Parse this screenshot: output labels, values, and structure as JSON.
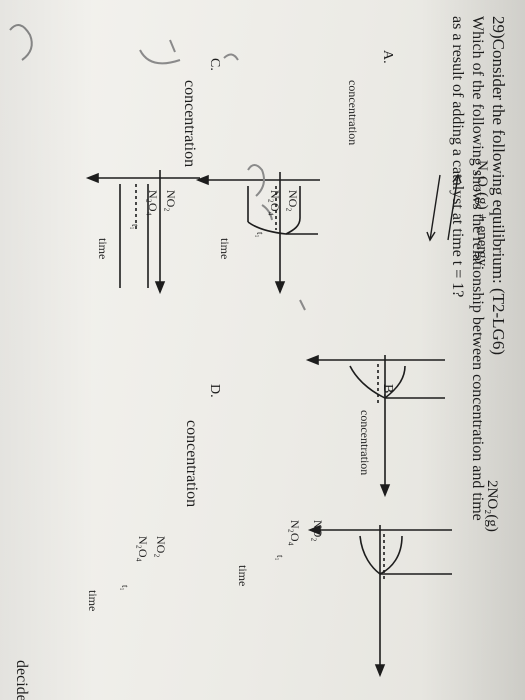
{
  "question": {
    "number_title": "29)Consider the following equilibrium: (T2-LG6)",
    "reactant": "N₂O₄(g) + energy",
    "product": "2NO₂(g)",
    "line2": "Which of the following shows the relationship between concentration and time",
    "line3": "as a result of adding a catalyst at time t = 1?"
  },
  "graphs": [
    {
      "label": "A.",
      "ylabel": "concentration",
      "xlabel": "time",
      "tick": "t₁",
      "upper": "NO₂",
      "lower": "N₂O₄"
    },
    {
      "label": "B.",
      "ylabel": "concentration",
      "xlabel": "time",
      "tick": "t₁",
      "upper": "NO₂",
      "lower": "N₂O₄"
    },
    {
      "label": "C.",
      "ylabel": "concentration",
      "xlabel": "time",
      "tick": "t₁",
      "upper": "NO₂",
      "lower": "N₂O₄"
    },
    {
      "label": "D.",
      "ylabel": "concentration",
      "xlabel": "time",
      "tick": "t₁",
      "upper": "NO₂",
      "lower": "N₂O₄"
    }
  ],
  "footer_fragment": "decide?",
  "colors": {
    "paper": "#f0efea",
    "ink": "#1d1d1d",
    "pencil": "#8a8a8a"
  }
}
